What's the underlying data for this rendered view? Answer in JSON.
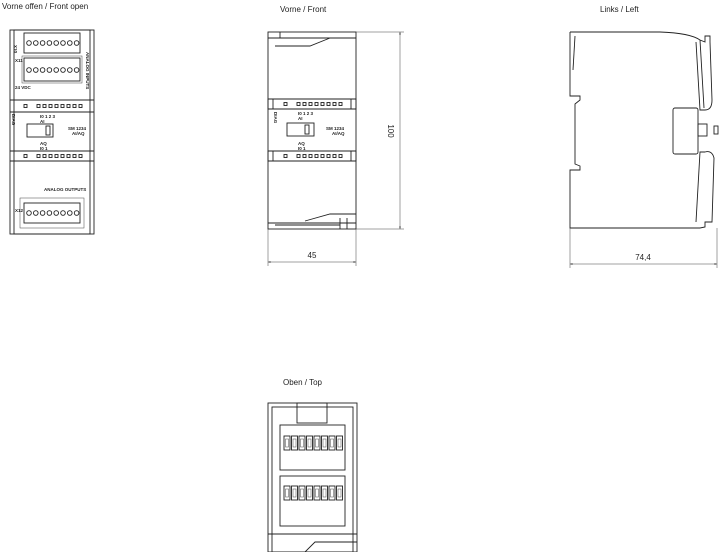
{
  "views": {
    "front_open": {
      "title": "Vorne offen / Front open",
      "module_name": "SM 1234",
      "module_type": "AI/AQ",
      "diag": "DIAG",
      "ai": "AI",
      "aq": "AQ",
      "ai_channels": "I0 1 2 3",
      "aq_channels": "I0 1",
      "analog_inputs": "ANALOG INPUTS",
      "analog_outputs": "ANALOG OUTPUTS",
      "supply": "24 VDC",
      "connector_top": "X10",
      "connector_mid": "X11",
      "connector_bottom": "X12"
    },
    "front": {
      "title": "Vorne / Front",
      "module_name": "SM 1234",
      "module_type": "AI/AQ",
      "diag": "DIAG",
      "ai": "AI",
      "aq": "AQ",
      "ai_channels": "I0 1 2 3",
      "aq_channels": "I0 1",
      "height_dim": "100",
      "width_dim": "45"
    },
    "left": {
      "title": "Links / Left",
      "depth_dim": "74,4"
    },
    "top": {
      "title": "Oben / Top"
    }
  }
}
